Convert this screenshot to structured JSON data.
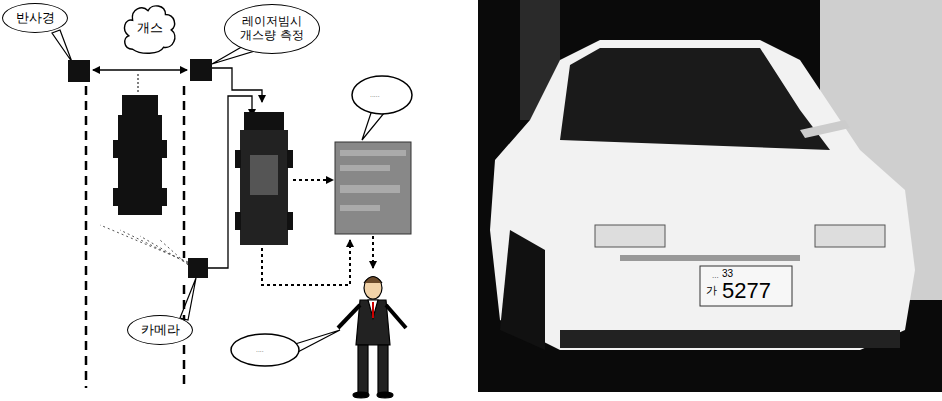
{
  "diagram": {
    "nodes": [
      {
        "text": [
          "반사경"
        ]
      },
      {
        "text": [
          "개스"
        ]
      },
      {
        "text": [
          "레이저빔시 개스량 측정"
        ]
      },
      {
        "text": [
          "카메라"
        ]
      }
    ],
    "labels": [
      "33",
      "가",
      "5277"
    ]
  }
}
